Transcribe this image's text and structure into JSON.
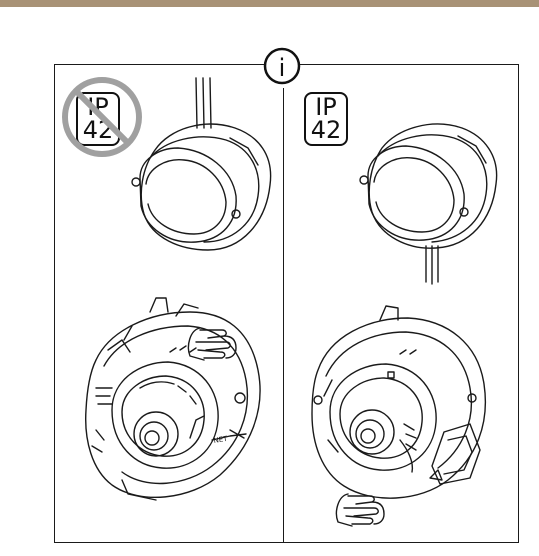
{
  "info_symbol": "i",
  "left_panel": {
    "badge_line1": "IP",
    "badge_line2": "42",
    "label_net": "NET"
  },
  "right_panel": {
    "badge_line1": "IP",
    "badge_line2": "42"
  },
  "colors": {
    "top_bar": "#a89276",
    "prohibit_circle": "#a0a0a0",
    "line_art": "#1a1a1a"
  }
}
